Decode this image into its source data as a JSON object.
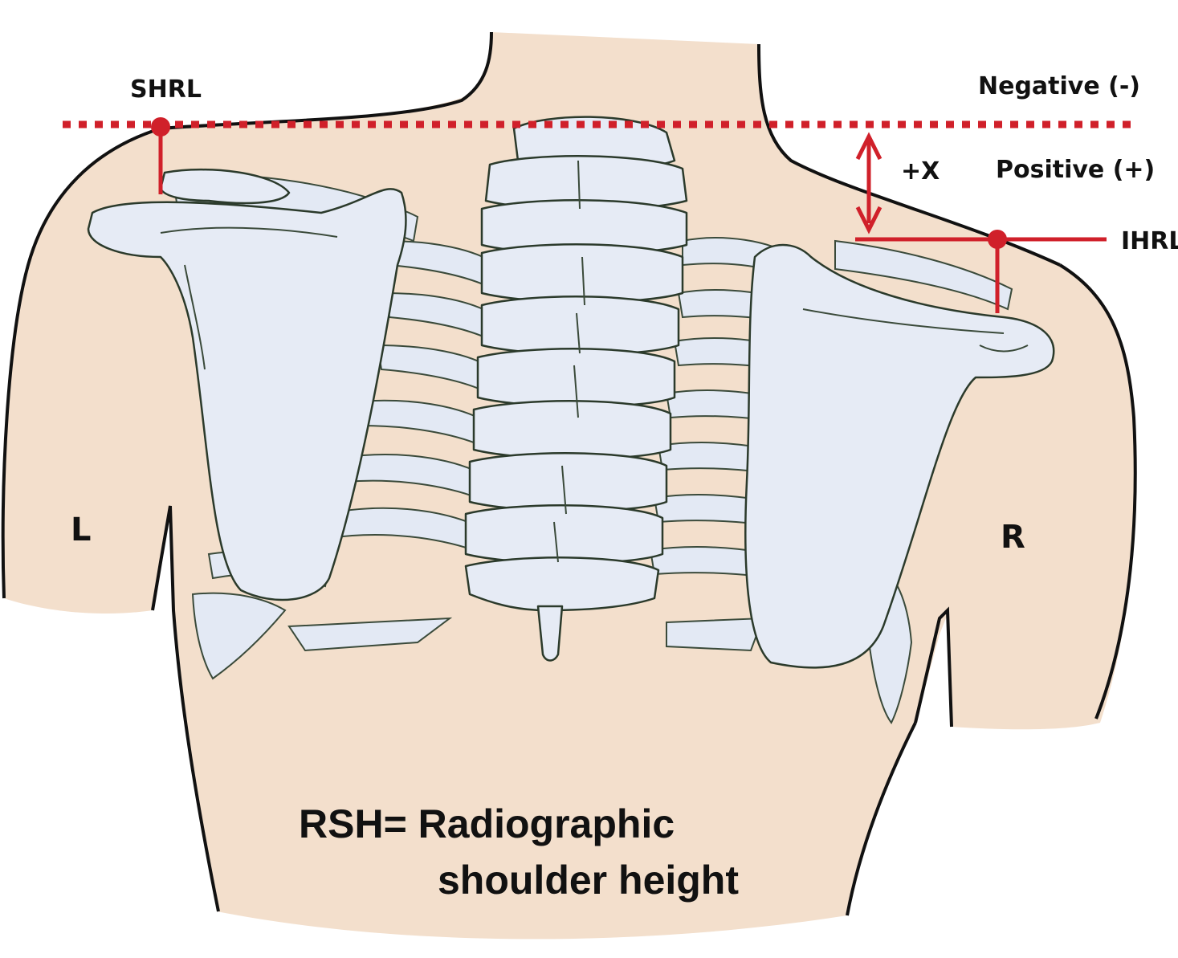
{
  "labels": {
    "shrl": "SHRL",
    "ihrl": "IHRL",
    "negative": "Negative (-)",
    "positive": "Positive (+)",
    "plus_x": "+X",
    "left_side": "L",
    "right_side": "R",
    "caption_line1": "RSH= Radiographic",
    "caption_line2": "shoulder height"
  },
  "colors": {
    "skin": "#f3dfcc",
    "bone": "#e6ebf5",
    "outline": "#111111",
    "reference_lines": "#d0202a"
  }
}
